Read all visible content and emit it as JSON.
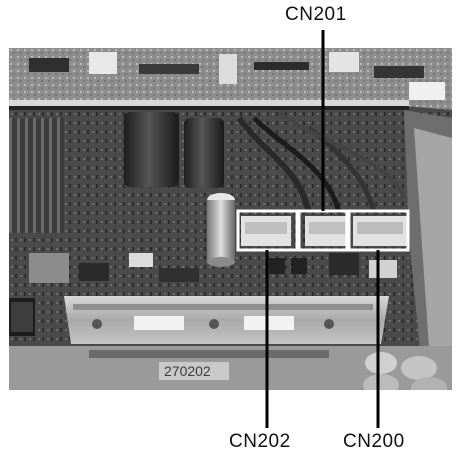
{
  "callouts": {
    "top": "CN201",
    "bottom_left": "CN202",
    "bottom_right": "CN200"
  },
  "board_text": {
    "print_code": "270202"
  },
  "colors": {
    "label_text": "#111111",
    "callout_line": "#000000",
    "highlight_box": "#ffffff"
  }
}
